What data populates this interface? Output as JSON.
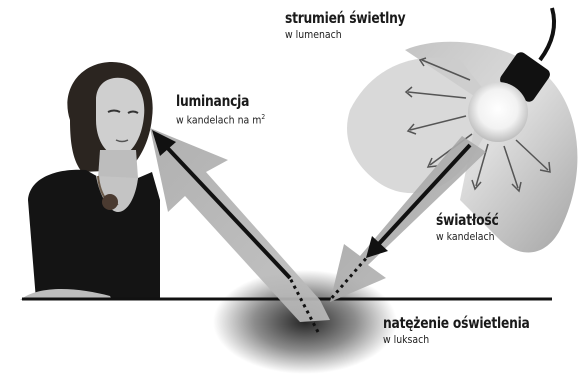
{
  "luminous_flux": {
    "title": "strumień świetlny",
    "unit": "w lumenach"
  },
  "luminance": {
    "title": "luminancja",
    "unit_prefix": "w kandelach na m",
    "unit_exp": "2"
  },
  "luminous_intensity": {
    "title": "światłość",
    "unit": "w kandelach"
  },
  "illuminance": {
    "title": "natężenie oświetlenia",
    "unit": "w luksach"
  }
}
